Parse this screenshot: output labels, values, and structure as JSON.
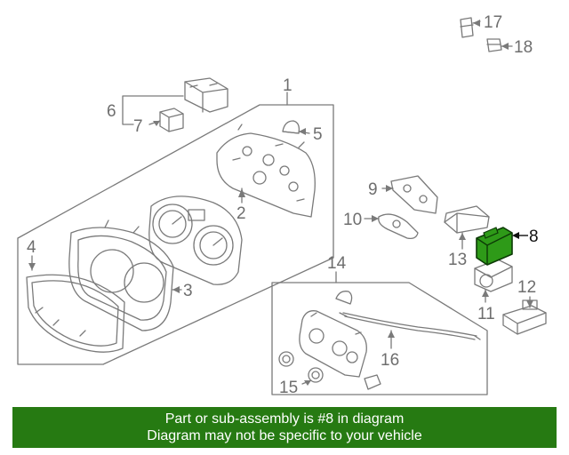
{
  "colors": {
    "line": "#7a7a7a",
    "highlight_fill": "#2e9a18",
    "highlight_stroke": "#0c3a06",
    "banner_bg": "#267a12",
    "banner_text": "#ffffff"
  },
  "callouts": {
    "c1": "1",
    "c2": "2",
    "c3": "3",
    "c4": "4",
    "c5": "5",
    "c6": "6",
    "c7": "7",
    "c8": "8",
    "c9": "9",
    "c10": "10",
    "c11": "11",
    "c12": "12",
    "c13": "13",
    "c14": "14",
    "c15": "15",
    "c16": "16",
    "c17": "17",
    "c18": "18"
  },
  "banner": {
    "line1": "Part or sub-assembly is #8 in diagram",
    "line2": "Diagram may not be specific to your vehicle"
  }
}
